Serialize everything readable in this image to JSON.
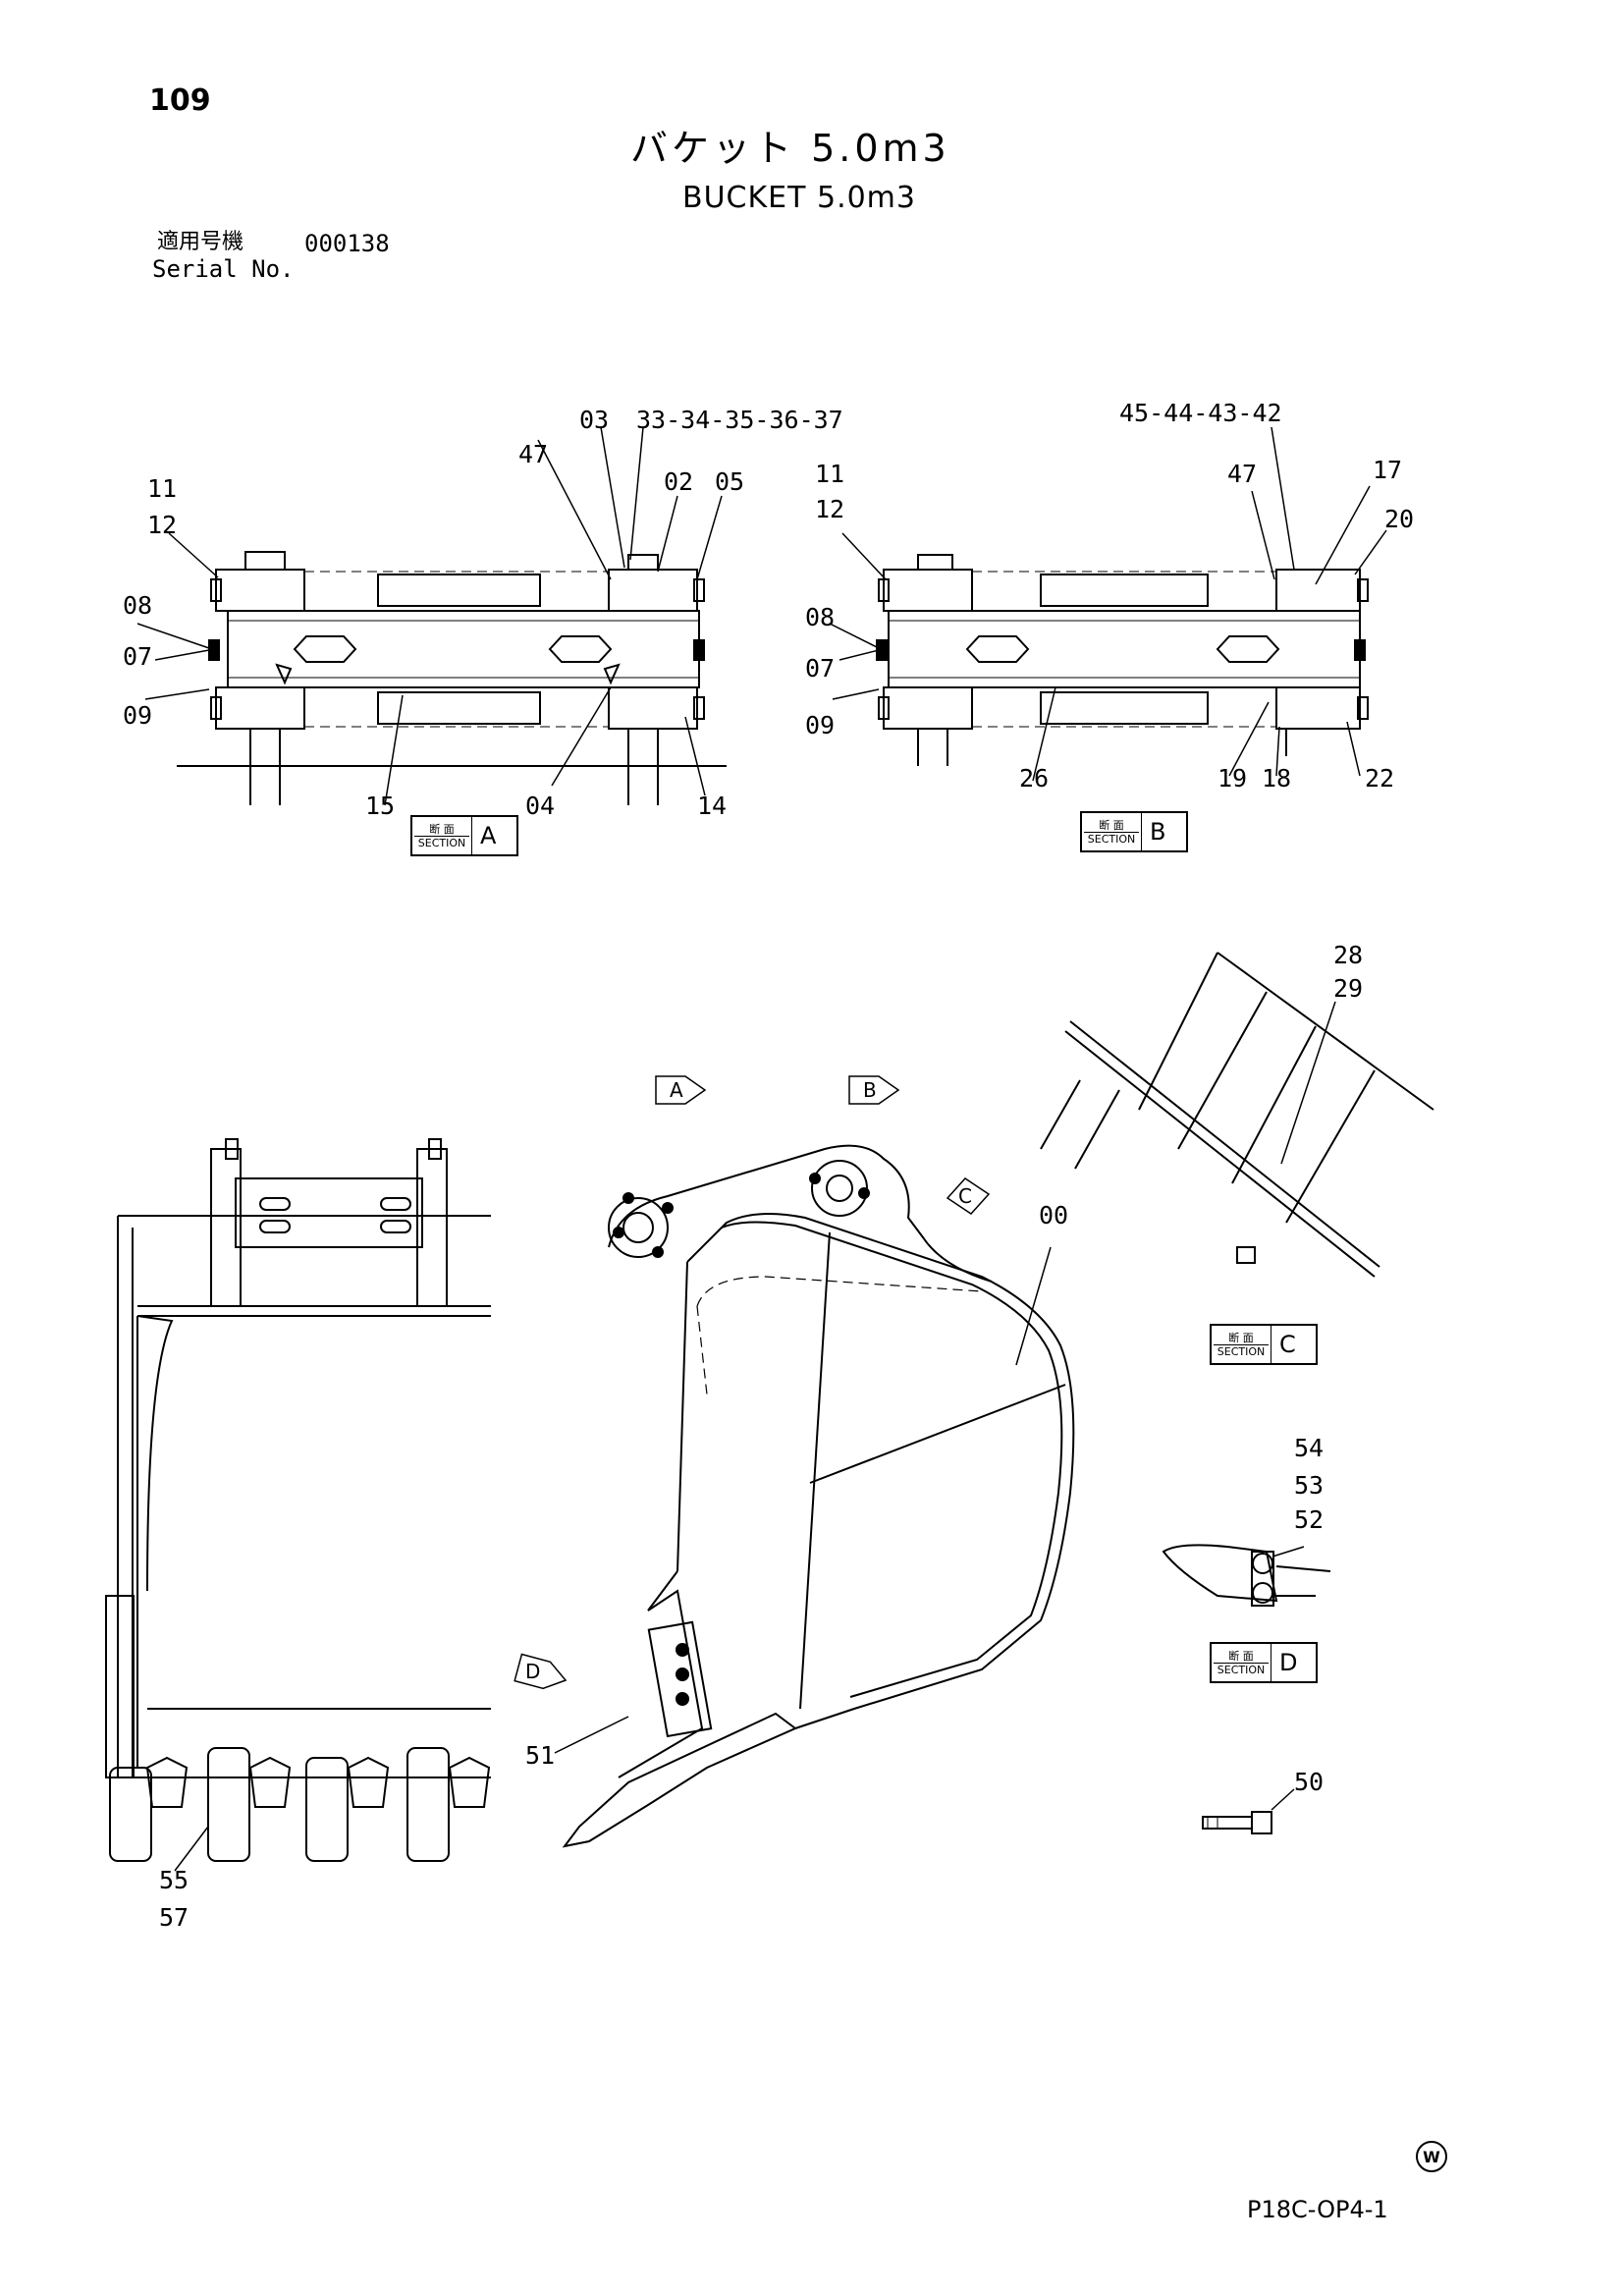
{
  "header": {
    "page_number": "109",
    "title_jp": "バケット 5.0m3",
    "title_en": "BUCKET 5.0m3",
    "serial_label_jp": "適用号機",
    "serial_value": "000138",
    "serial_label_en": "Serial No."
  },
  "section_a": {
    "labels": {
      "l03": "03",
      "l33": "33-34-35-36-37",
      "l47": "47",
      "l02": "02",
      "l05": "05",
      "l11": "11",
      "l12": "12",
      "l08": "08",
      "l07": "07",
      "l09": "09",
      "l15": "15",
      "l04": "04",
      "l14": "14"
    },
    "box": {
      "kanji_top": "断 面",
      "kanji_bottom": "SECTION",
      "letter": "A"
    }
  },
  "section_b": {
    "labels": {
      "l45": "45-44-43-42",
      "l11": "11",
      "l12": "12",
      "l47": "47",
      "l17": "17",
      "l20": "20",
      "l08": "08",
      "l07": "07",
      "l09": "09",
      "l26": "26",
      "l19": "19",
      "l18": "18",
      "l22": "22"
    },
    "box": {
      "kanji_top": "断 面",
      "kanji_bottom": "SECTION",
      "letter": "B"
    }
  },
  "section_c": {
    "labels": {
      "l28": "28",
      "l29": "29"
    },
    "box": {
      "kanji_top": "断 面",
      "kanji_bottom": "SECTION",
      "letter": "C"
    }
  },
  "section_d": {
    "labels": {
      "l54": "54",
      "l53": "53",
      "l52": "52"
    },
    "box": {
      "kanji_top": "断 面",
      "kanji_bottom": "SECTION",
      "letter": "D"
    }
  },
  "main_view": {
    "labels": {
      "l00": "00",
      "l51": "51",
      "l55": "55",
      "l57": "57",
      "l50": "50"
    },
    "view_arrows": [
      "A",
      "B",
      "C",
      "D"
    ]
  },
  "footer": {
    "code": "P18C-OP4-1",
    "mark": "W"
  }
}
